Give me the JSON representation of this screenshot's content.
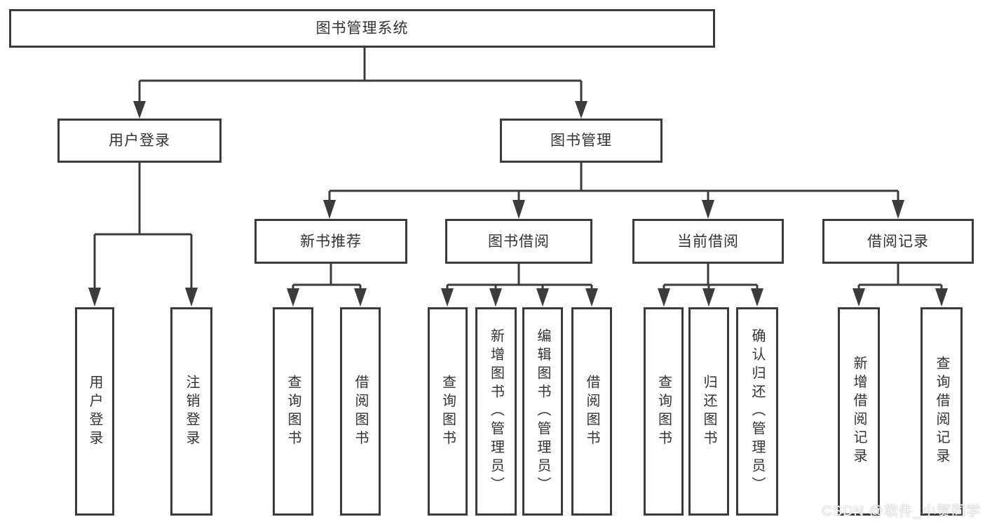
{
  "tree": {
    "label": "图书管理系统",
    "children": [
      {
        "label": "用户登录",
        "children": [
          {
            "label": "用户登录"
          },
          {
            "label": "注销登录"
          }
        ]
      },
      {
        "label": "图书管理",
        "children": [
          {
            "label": "新书推荐",
            "children": [
              {
                "label": "查询图书"
              },
              {
                "label": "借阅图书"
              }
            ]
          },
          {
            "label": "图书借阅",
            "children": [
              {
                "label": "查询图书"
              },
              {
                "label": "新增图书（管理员）"
              },
              {
                "label": "编辑图书（管理员）"
              },
              {
                "label": "借阅图书"
              }
            ]
          },
          {
            "label": "当前借阅",
            "children": [
              {
                "label": "查询图书"
              },
              {
                "label": "归还图书"
              },
              {
                "label": "确认归还（管理员）"
              }
            ]
          },
          {
            "label": "借阅记录",
            "children": [
              {
                "label": "新增借阅记录"
              },
              {
                "label": "查询借阅记录"
              }
            ]
          }
        ]
      }
    ]
  },
  "watermark": {
    "text": "CSDN @软件_小贺同学"
  },
  "colors": {
    "line": "#3b3b3b",
    "text": "#333333",
    "background": "#ffffff"
  }
}
